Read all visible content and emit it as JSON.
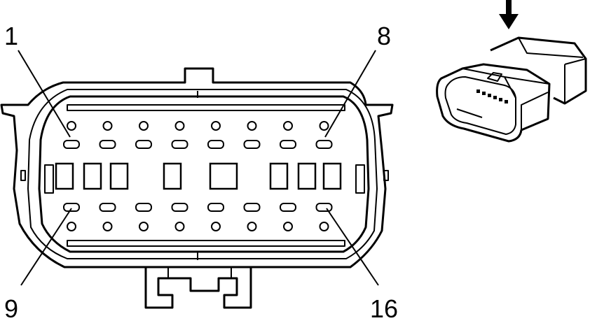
{
  "labels": {
    "pin_top_left": "1",
    "pin_top_right": "8",
    "pin_bottom_left": "9",
    "pin_bottom_right": "16"
  },
  "pins_per_row": 8,
  "large_terminals": 8,
  "colors": {
    "line": "#000000",
    "background": "#ffffff"
  },
  "icons": {
    "view_arrow": "arrow-down-icon"
  }
}
